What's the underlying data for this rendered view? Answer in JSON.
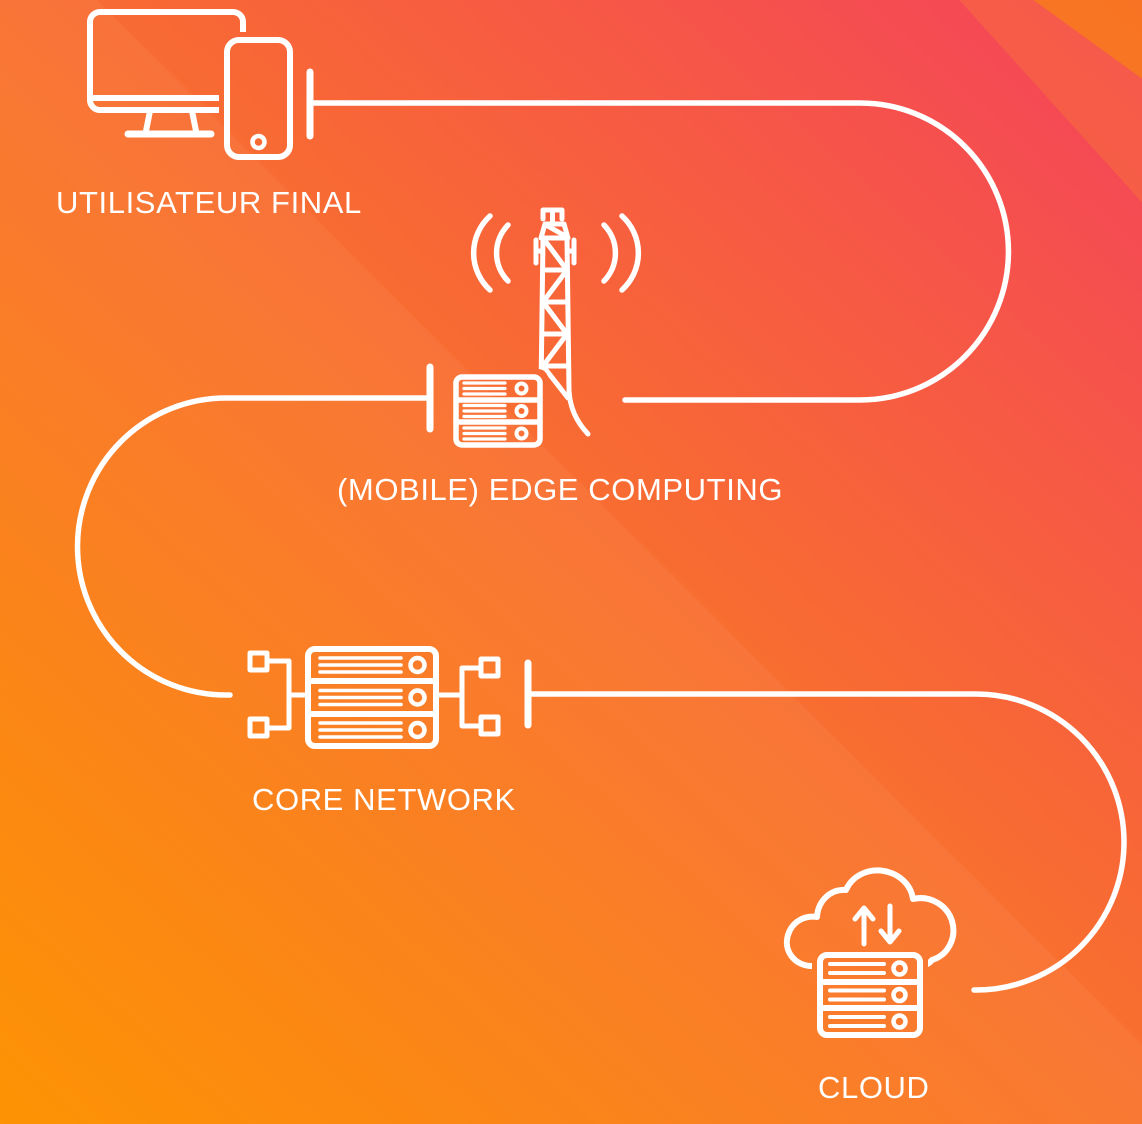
{
  "diagram": {
    "description": "Edge computing network path infographic",
    "colors": {
      "line": "#ffffff",
      "gradient_bottom_left": "#fd9200",
      "gradient_middle": "#f9722b",
      "gradient_top_right": "#f4425c",
      "corner_wedge": "#f9840e"
    },
    "nodes": [
      {
        "id": "end-user",
        "label": "UTILISATEUR FINAL",
        "icons": [
          "desktop-monitor-icon",
          "smartphone-icon"
        ]
      },
      {
        "id": "edge-computing",
        "label": "(MOBILE) EDGE COMPUTING",
        "icons": [
          "cell-tower-icon",
          "radio-waves-icon",
          "server-rack-icon"
        ]
      },
      {
        "id": "core-network",
        "label": "CORE NETWORK",
        "icons": [
          "server-rack-icon",
          "network-links-icon"
        ]
      },
      {
        "id": "cloud",
        "label": "CLOUD",
        "icons": [
          "cloud-icon",
          "upload-arrow-icon",
          "download-arrow-icon",
          "server-rack-icon"
        ]
      }
    ]
  }
}
